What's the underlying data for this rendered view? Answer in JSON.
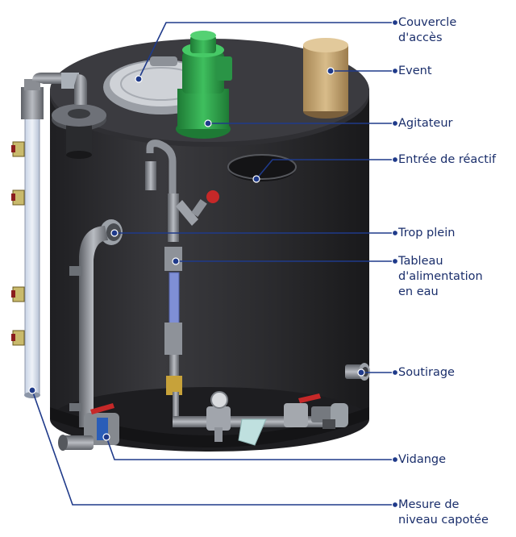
{
  "colors": {
    "accent": "#1f3a8a",
    "label_text": "#1a2e6b",
    "tank_body": "#2b2b2e",
    "motor_green": "#2e9b47",
    "valve_red": "#c62828",
    "vent": "#c9a873"
  },
  "callouts": [
    {
      "id": "couvercle",
      "line1": "Couvercle",
      "line2": "d'accès"
    },
    {
      "id": "event",
      "line1": "Event",
      "line2": ""
    },
    {
      "id": "agitateur",
      "line1": "Agitateur",
      "line2": ""
    },
    {
      "id": "entree",
      "line1": "Entrée de réactif",
      "line2": ""
    },
    {
      "id": "trop-plein",
      "line1": "Trop plein",
      "line2": ""
    },
    {
      "id": "tableau",
      "line1": "Tableau",
      "line2": "d'alimentation",
      "line3": "en eau"
    },
    {
      "id": "soutirage",
      "line1": "Soutirage",
      "line2": ""
    },
    {
      "id": "vidange",
      "line1": "Vidange",
      "line2": ""
    },
    {
      "id": "mesure",
      "line1": "Mesure de",
      "line2": "niveau capotée"
    }
  ]
}
